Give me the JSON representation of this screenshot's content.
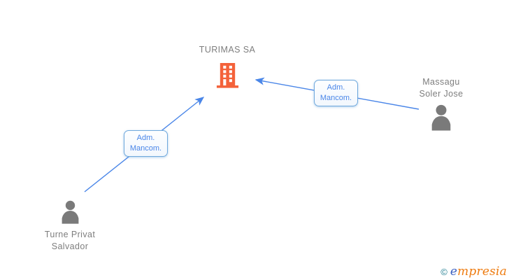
{
  "diagram": {
    "company": {
      "name": "TURIMAS SA"
    },
    "people": [
      {
        "line1": "Massagu",
        "line2": "Soler Jose"
      },
      {
        "line1": "Turne Privat",
        "line2": "Salvador"
      }
    ],
    "relationships": [
      {
        "line1": "Adm.",
        "line2": "Mancom.",
        "from": "Massagu Soler Jose",
        "to": "TURIMAS SA"
      },
      {
        "line1": "Adm.",
        "line2": "Mancom.",
        "from": "Turne Privat Salvador",
        "to": "TURIMAS SA"
      }
    ]
  },
  "logo": {
    "copyright": "©",
    "brand_first_letter": "e",
    "brand_rest": "mpresia"
  },
  "colors": {
    "arrow_blue": "#4a86e8",
    "box_border_blue": "#6fa8dc",
    "box_text_blue": "#4a86e8",
    "building_orange": "#f4623a",
    "person_gray": "#7a7a7a",
    "name_text_gray": "#7e7e7e",
    "logo_copyright_teal": "#1e7d90",
    "logo_e_blue": "#3b5fc0",
    "logo_brand_orange": "#ee7c11",
    "background": "#ffffff"
  }
}
